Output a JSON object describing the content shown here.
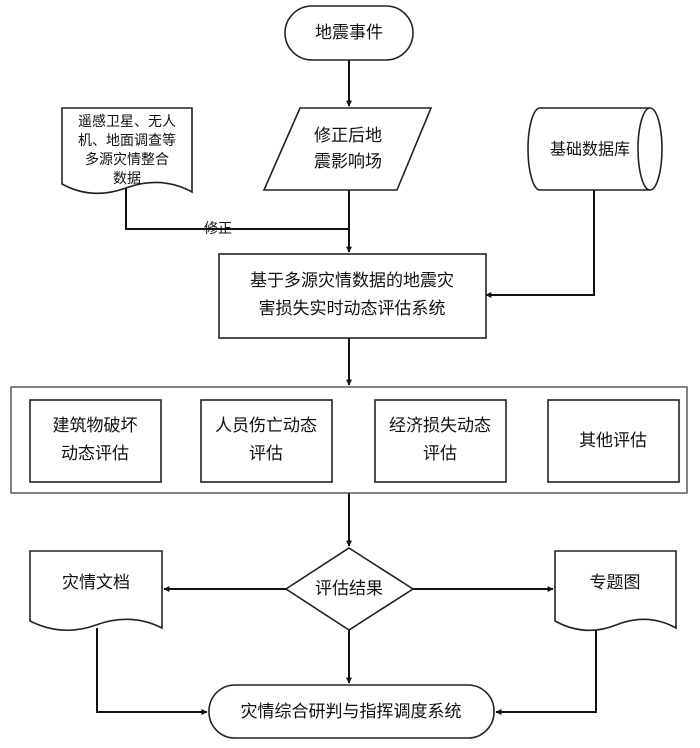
{
  "nodes": {
    "event": "地震事件",
    "sources": [
      "遥感卫星、无人",
      "机、地面调查等",
      "多源灾情整合",
      "数据"
    ],
    "corrected": [
      "修正后地",
      "震影响场"
    ],
    "database": "基础数据库",
    "system": [
      "基于多源灾情数据的地震灾",
      "害损失实时动态评估系统"
    ],
    "assessments": [
      [
        "建筑物破坏",
        "动态评估"
      ],
      [
        "人员伤亡动态",
        "评估"
      ],
      [
        "经济损失动态",
        "评估"
      ],
      [
        "其他评估"
      ]
    ],
    "result": "评估结果",
    "doc": "灾情文档",
    "map": "专题图",
    "final": "灾情综合研判与指挥调度系统"
  },
  "edge_labels": {
    "correction": "修正"
  }
}
